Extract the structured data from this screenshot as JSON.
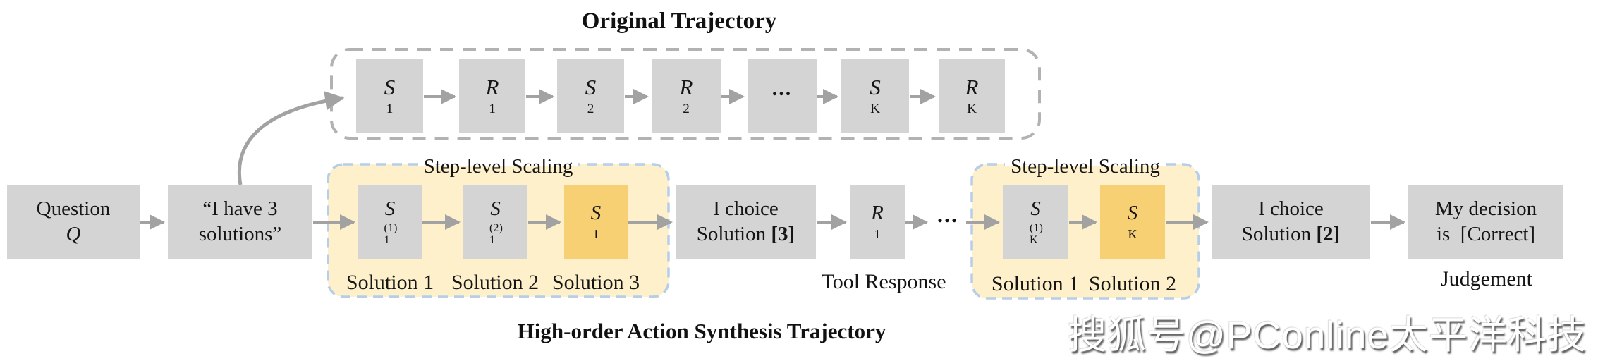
{
  "colors": {
    "box_gray": "#d4d4d4",
    "highlight_yellow": "#f6d073",
    "block_fill": "#fdf0cb",
    "block_border_blue": "#b7cee8",
    "dashed_gray": "#b2b2b2",
    "arrow_gray": "#a2a2a2"
  },
  "original_trajectory": {
    "title": "Original Trajectory",
    "ellipsis": "...",
    "nodes": [
      {
        "base": "S",
        "sub": "1"
      },
      {
        "base": "R",
        "sub": "1"
      },
      {
        "base": "S",
        "sub": "2"
      },
      {
        "base": "R",
        "sub": "2"
      },
      {
        "base": "S",
        "sub": "K"
      },
      {
        "base": "R",
        "sub": "K"
      }
    ]
  },
  "synthesis": {
    "title": "High-order Action Synthesis Trajectory",
    "question": {
      "line1": "Question",
      "math": {
        "base": "Q"
      }
    },
    "have_solutions": {
      "line1": "“I have 3",
      "line2": "solutions”"
    },
    "ellipsis": "...",
    "block1": {
      "title": "Step-level Scaling",
      "nodes": [
        {
          "base": "S",
          "sub": "1",
          "sup": "(1)"
        },
        {
          "base": "S",
          "sub": "1",
          "sup": "(2)"
        },
        {
          "base": "S",
          "sub": "1"
        }
      ],
      "captions": [
        "Solution 1",
        "Solution 2",
        "Solution 3"
      ]
    },
    "choice1": {
      "line1": "I choice",
      "line2_pre": "Solution ",
      "line2_bold": "[3]"
    },
    "tool": {
      "math": {
        "base": "R",
        "sub": "1"
      },
      "label": "Tool Response"
    },
    "block2": {
      "title": "Step-level Scaling",
      "nodes": [
        {
          "base": "S",
          "sub": "K",
          "sup": "(1)"
        },
        {
          "base": "S",
          "sub": "K"
        }
      ],
      "captions": [
        "Solution 1",
        "Solution 2"
      ]
    },
    "choice2": {
      "line1": "I choice",
      "line2_pre": "Solution ",
      "line2_bold": "[2]"
    },
    "decision": {
      "line1": "My decision",
      "line2": "is  [Correct]",
      "caption": "Judgement"
    }
  },
  "watermark": "搜狐号@PConline太平洋科技"
}
